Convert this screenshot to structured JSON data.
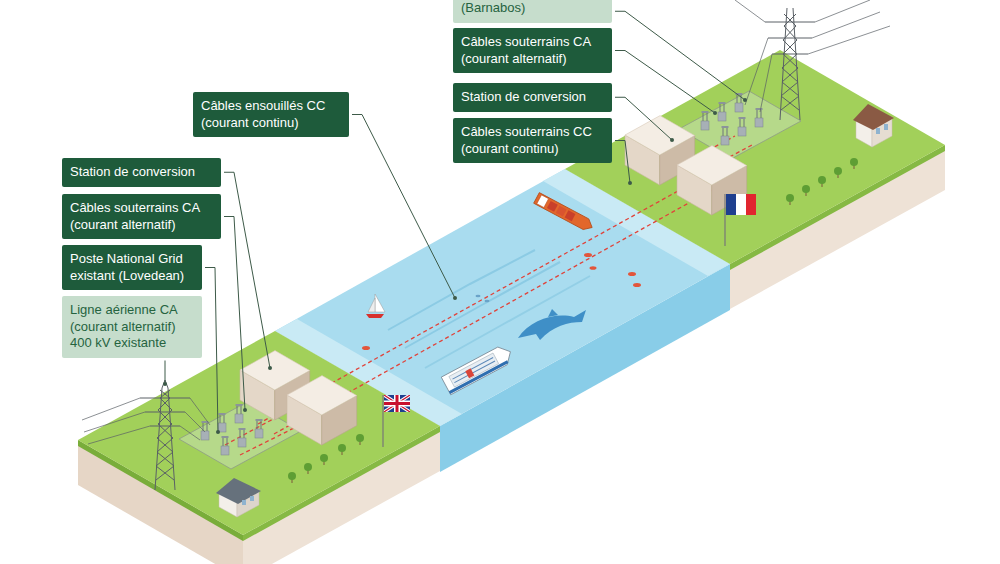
{
  "diagram": {
    "nodes": [
      {
        "text": [
          "(Barnabos)"
        ]
      },
      {
        "text": [
          "Câbles souterrains CA (courant alternatif)"
        ]
      },
      {
        "text": [
          "Station de conversion"
        ]
      },
      {
        "text": [
          "Câbles souterrains CC (courant continu)"
        ]
      },
      {
        "text": [
          "Câbles ensouillés CC (courant continu)"
        ]
      },
      {
        "text": [
          "Station de conversion"
        ]
      },
      {
        "text": [
          "Câbles souterrains CA (courant alternatif)"
        ]
      },
      {
        "text": [
          "Poste National Grid existant (Lovedean)"
        ]
      },
      {
        "text": [
          "Ligne aérienne CA (courant alternatif) 400 kV existante"
        ]
      }
    ]
  }
}
